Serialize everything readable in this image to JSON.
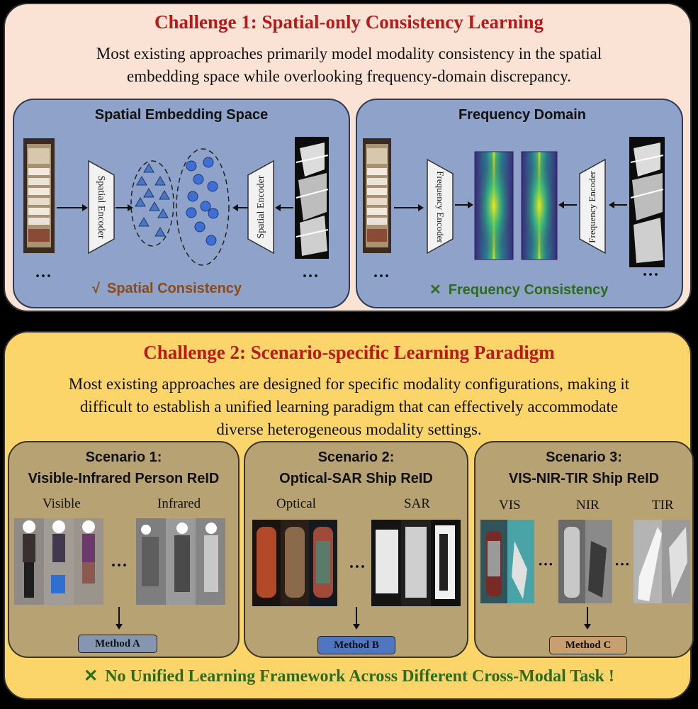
{
  "challenge1": {
    "title": "Challenge 1: Spatial-only Consistency Learning",
    "description_line1": "Most existing approaches primarily model modality consistency in the spatial",
    "description_line2": "embedding space while overlooking frequency-domain discrepancy.",
    "left_panel": {
      "title": "Spatial Embedding Space",
      "encoder_left": "Spatial Encoder",
      "encoder_right": "Spatial Encoder",
      "ellipsis_left": "···",
      "ellipsis_right": "···",
      "check_mark": "√",
      "result": "Spatial Consistency",
      "result_color": "#8b4a1a"
    },
    "right_panel": {
      "title": "Frequency Domain",
      "encoder_left": "Frequency Encoder",
      "encoder_right": "Frequency Encoder",
      "ellipsis_left": "···",
      "ellipsis_right": "···",
      "cross_mark": "✕",
      "result": "Frequency Consistency",
      "result_color": "#2e6b1e"
    }
  },
  "challenge2": {
    "title": "Challenge 2: Scenario-specific Learning Paradigm",
    "description_line1": "Most existing approaches are designed for specific modality configurations, making it",
    "description_line2": "difficult to establish a unified learning paradigm that can effectively accommodate",
    "description_line3": "diverse heterogeneous modality settings.",
    "scenarios": [
      {
        "title_line1": "Scenario 1:",
        "title_line2": "Visible-Infrared Person ReID",
        "labels": [
          "Visible",
          "Infrared"
        ],
        "ellipsis": "···",
        "method": "Method A",
        "method_color": "#8496b0"
      },
      {
        "title_line1": "Scenario 2:",
        "title_line2": "Optical-SAR Ship ReID",
        "labels": [
          "Optical",
          "SAR"
        ],
        "ellipsis": "···",
        "method": "Method B",
        "method_color": "#4f76c0"
      },
      {
        "title_line1": "Scenario 3:",
        "title_line2": "VIS-NIR-TIR Ship ReID",
        "labels": [
          "VIS",
          "NIR",
          "TIR"
        ],
        "ellipsis": "···",
        "method": "Method C",
        "method_color": "#c8a070"
      }
    ],
    "footer_mark": "✕",
    "footer": "No Unified Learning Framework Across Different Cross-Modal Task !"
  }
}
